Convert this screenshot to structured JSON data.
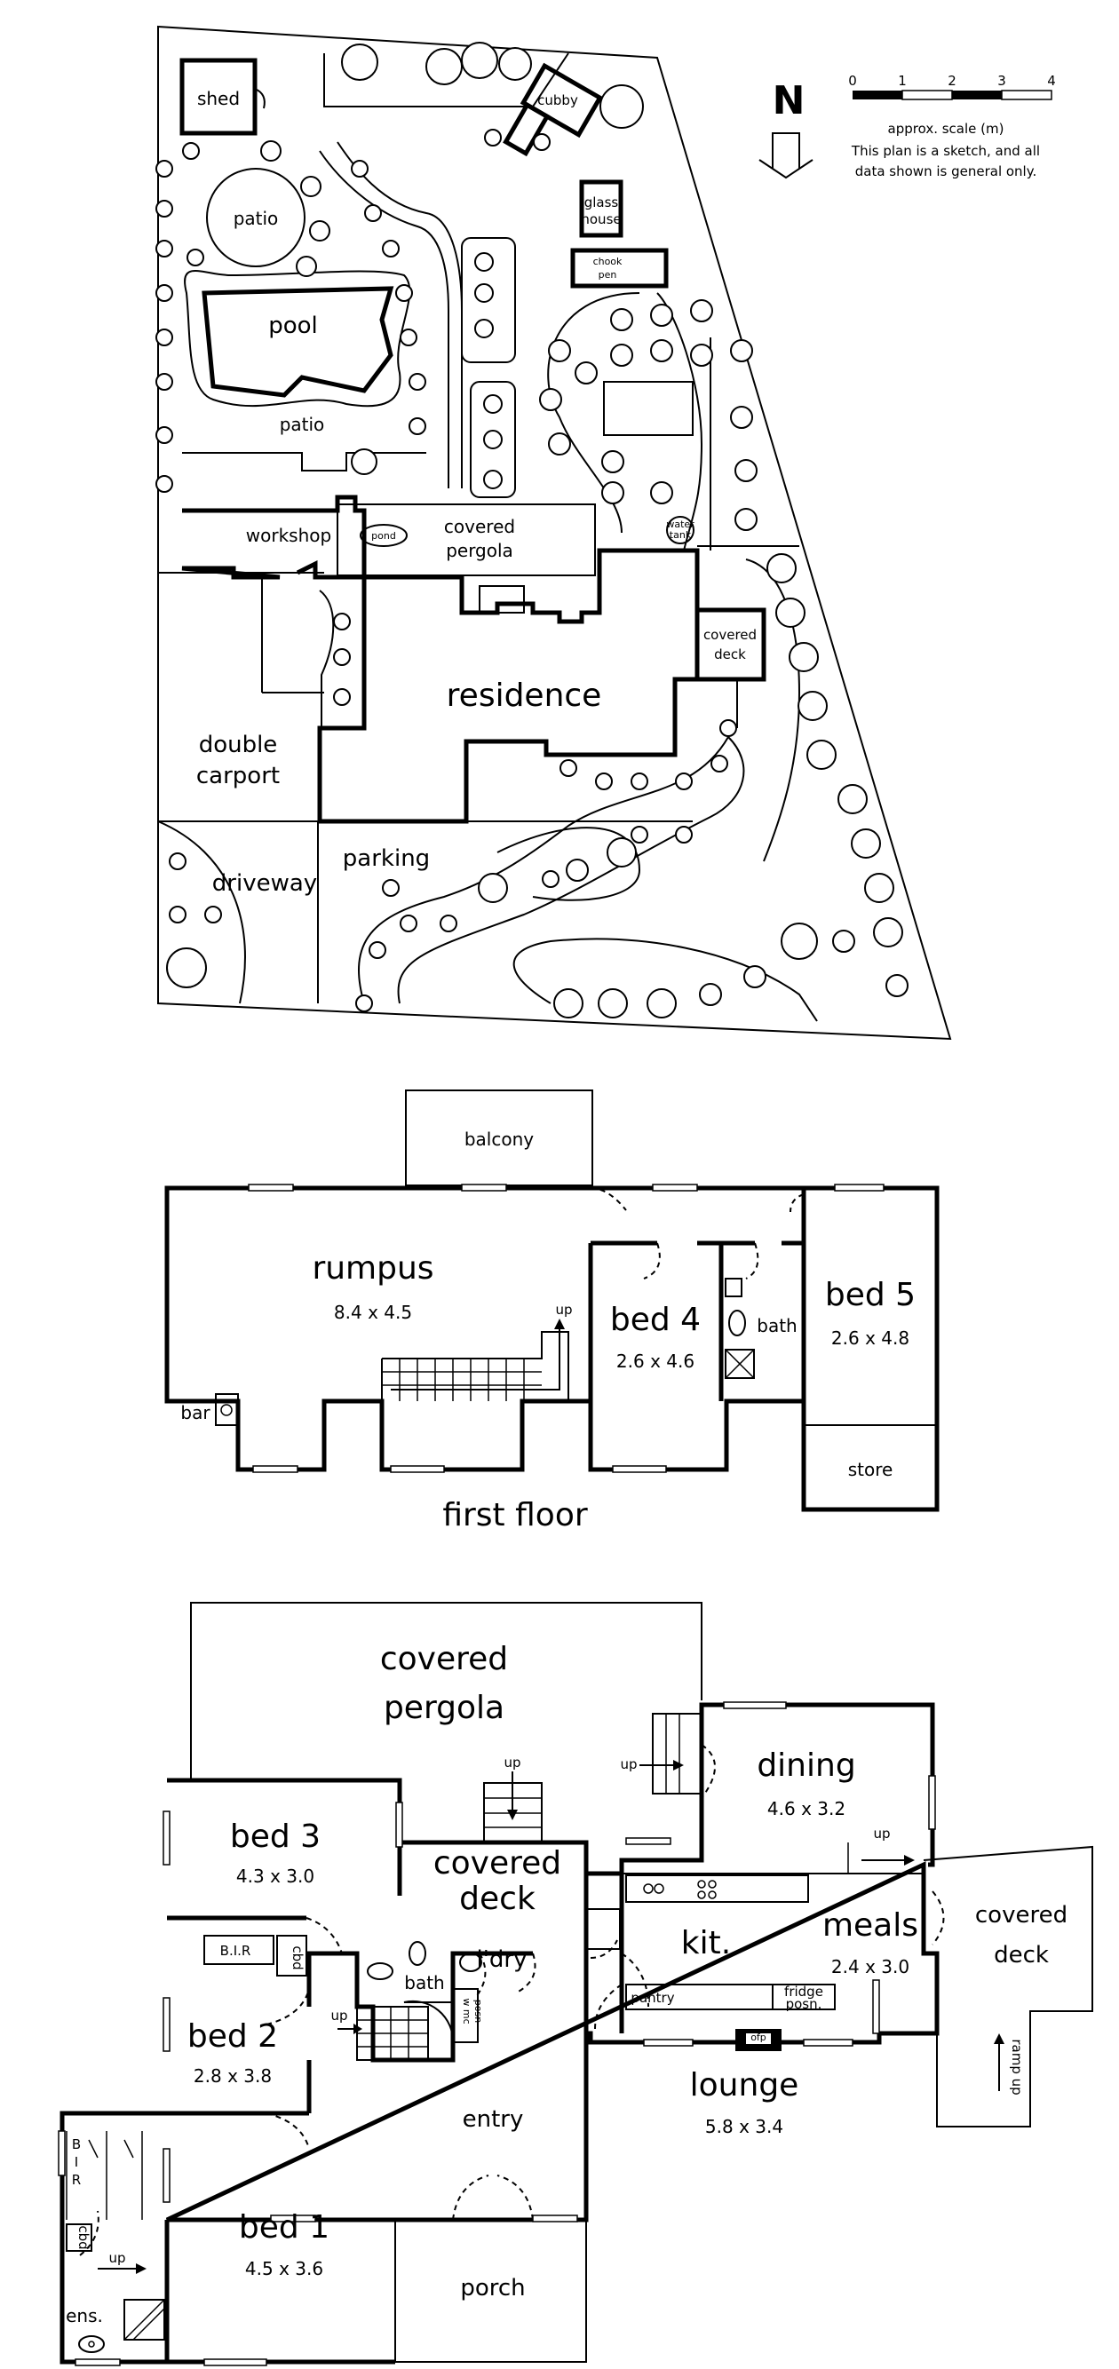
{
  "site": {
    "shed": "shed",
    "cubby": "cubby",
    "patio_top": "patio",
    "pool": "pool",
    "patio": "patio",
    "glass_house_1": "glass",
    "glass_house_2": "house",
    "chook_pen_1": "chook",
    "chook_pen_2": "pen",
    "workshop": "workshop",
    "pond": "pond",
    "covered_pergola_1": "covered",
    "covered_pergola_2": "pergola",
    "water_tank_1": "water",
    "water_tank_2": "tank",
    "covered_deck_1": "covered",
    "covered_deck_2": "deck",
    "residence": "residence",
    "double_carport_1": "double",
    "double_carport_2": "carport",
    "driveway": "driveway",
    "parking": "parking"
  },
  "legend": {
    "north": "N",
    "scale_ticks": [
      "0",
      "1",
      "2",
      "3",
      "4"
    ],
    "scale_label": "approx. scale (m)",
    "disclaimer_1": "This plan is a sketch, and all",
    "disclaimer_2": "data shown is general only."
  },
  "first_floor": {
    "balcony": "balcony",
    "rumpus": "rumpus",
    "rumpus_size": "8.4 x 4.5",
    "bed4": "bed 4",
    "bed4_size": "2.6 x 4.6",
    "bath": "bath",
    "bed5": "bed 5",
    "bed5_size": "2.6 x 4.8",
    "store": "store",
    "bar": "bar",
    "up": "up",
    "title": "first floor"
  },
  "ground_floor": {
    "covered_pergola_1": "covered",
    "covered_pergola_2": "pergola",
    "bed3": "bed 3",
    "bed3_size": "4.3 x 3.0",
    "bir": "B.I.R",
    "cbd": "cbd",
    "covered_deck_1": "covered",
    "covered_deck_2": "deck",
    "bath": "bath",
    "ldry": "l'dry",
    "wmc_1": "w mc",
    "wmc_2": "posn",
    "up_stairs": "up",
    "up_deck": "up",
    "up_left": "up",
    "up_meals": "up",
    "up_ens": "up",
    "dining": "dining",
    "dining_size": "4.6 x 3.2",
    "kit": "kit.",
    "meals": "meals",
    "meals_size": "2.4 x 3.0",
    "covered_deck_r1": "covered",
    "covered_deck_r2": "deck",
    "pantry": "pantry",
    "fridge_1": "fridge",
    "fridge_2": "posn.",
    "ramp_up": "ramp up",
    "bed2": "bed 2",
    "bed2_size": "2.8 x 3.8",
    "entry": "entry",
    "lounge": "lounge",
    "lounge_size": "5.8 x 3.4",
    "ofp": "ofp",
    "bed1": "bed 1",
    "bed1_size": "4.5 x 3.6",
    "porch": "porch",
    "ens": "ens.",
    "bir_l1": "B",
    "bir_l2": "I",
    "bir_l3": "R",
    "cbd2": "cbd"
  }
}
